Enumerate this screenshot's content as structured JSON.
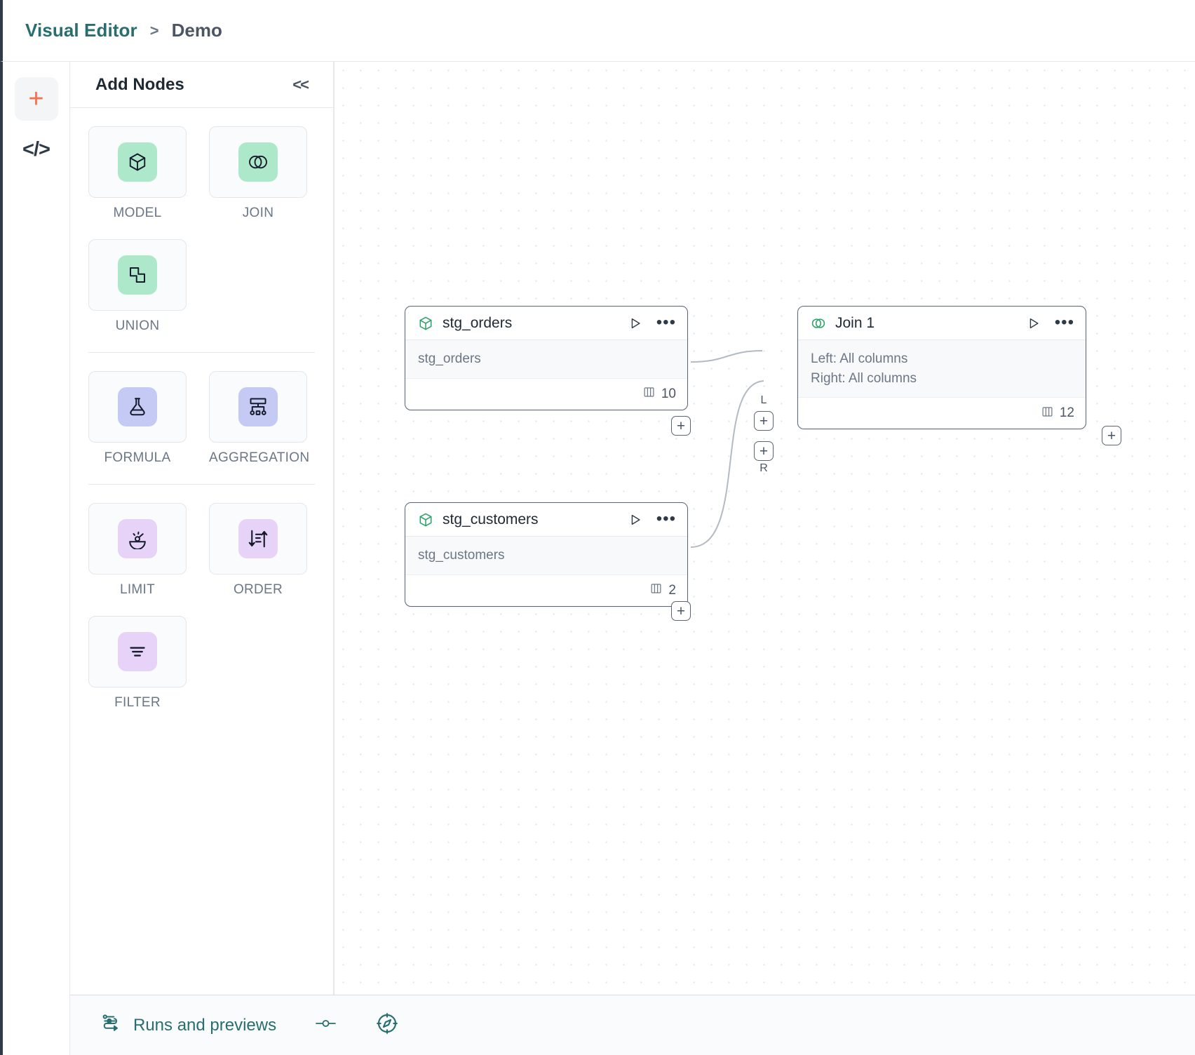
{
  "breadcrumb": {
    "root": "Visual Editor",
    "separator": ">",
    "current": "Demo"
  },
  "rail": {
    "add_label": "+",
    "add_icon": "plus-icon",
    "code_label": "</>",
    "code_icon": "code-brackets-icon"
  },
  "panel": {
    "title": "Add Nodes",
    "collapse_label": "<<",
    "groups": [
      {
        "items": [
          {
            "label": "MODEL",
            "icon": "cube-icon",
            "swatch": "sw-green"
          },
          {
            "label": "JOIN",
            "icon": "venn-circles-icon",
            "swatch": "sw-green"
          },
          {
            "label": "UNION",
            "icon": "union-shapes-icon",
            "swatch": "sw-green"
          }
        ]
      },
      {
        "items": [
          {
            "label": "FORMULA",
            "icon": "flask-icon",
            "swatch": "sw-blue"
          },
          {
            "label": "AGGREGATION",
            "icon": "aggregation-tree-icon",
            "swatch": "sw-blue"
          }
        ]
      },
      {
        "items": [
          {
            "label": "LIMIT",
            "icon": "gauge-icon",
            "swatch": "sw-lilac"
          },
          {
            "label": "ORDER",
            "icon": "sort-arrows-icon",
            "swatch": "sw-lilac"
          },
          {
            "label": "FILTER",
            "icon": "filter-lines-icon",
            "swatch": "sw-lilac"
          }
        ]
      }
    ]
  },
  "canvas": {
    "nodes": [
      {
        "id": "stg_orders",
        "title": "stg_orders",
        "icon": "cube-icon",
        "body": [
          "stg_orders"
        ],
        "column_count": "10",
        "column_icon": "columns-icon",
        "run_icon": "play-icon",
        "more_icon": "ellipsis-icon"
      },
      {
        "id": "stg_customers",
        "title": "stg_customers",
        "icon": "cube-icon",
        "body": [
          "stg_customers"
        ],
        "column_count": "2",
        "column_icon": "columns-icon",
        "run_icon": "play-icon",
        "more_icon": "ellipsis-icon"
      },
      {
        "id": "join_1",
        "title": "Join 1",
        "icon": "venn-circles-icon",
        "body": [
          "Left: All columns",
          "Right: All columns"
        ],
        "column_count": "12",
        "column_icon": "columns-icon",
        "run_icon": "play-icon",
        "more_icon": "ellipsis-icon"
      }
    ],
    "handles": {
      "plus": "+",
      "left_label": "L",
      "right_label": "R"
    }
  },
  "footer": {
    "runs_label": "Runs and previews",
    "runs_icon": "flow-run-icon",
    "toggle_icon": "slider-toggle-icon",
    "compass_icon": "compass-icon"
  },
  "colors": {
    "accent_teal": "#286e6e",
    "accent_orange": "#f4714e",
    "swatch_green": "#ade8cb",
    "swatch_blue": "#c5caf5",
    "swatch_lilac": "#e7d3f8",
    "node_border": "#5b6472",
    "edge": "#b4bac3"
  }
}
